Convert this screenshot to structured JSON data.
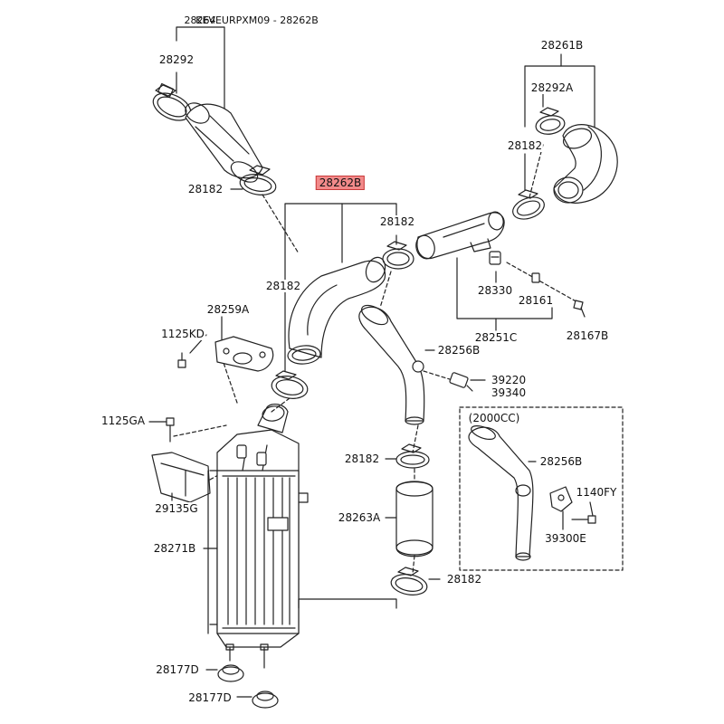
{
  "header": {
    "code_top": "28264",
    "code_overlay": "KEVEURPXM09 - 28262B"
  },
  "labels": {
    "p28292": "28292",
    "p28182_a": "28182",
    "p28261b": "28261B",
    "p28292a": "28292A",
    "p28182_b": "28182",
    "p28262b": "28262B",
    "p28182_c": "28182",
    "p28182_d": "28182",
    "p28330": "28330",
    "p28161": "28161",
    "p28259a": "28259A",
    "p1125kd": "1125KD",
    "p28251c": "28251C",
    "p28167b": "28167B",
    "p28256b_a": "28256B",
    "p39220": "39220",
    "p39340": "39340",
    "p1125ga": "1125GA",
    "p2000cc": "(2000CC)",
    "p28182_e": "28182",
    "p28256b_b": "28256B",
    "p1140fy": "1140FY",
    "p29135g": "29135G",
    "p28263a": "28263A",
    "p39300e": "39300E",
    "p28271b": "28271B",
    "p28182_f": "28182",
    "p28177d_a": "28177D",
    "p28177d_b": "28177D"
  },
  "colors": {
    "highlight": "#f28a8a",
    "highlight_border": "#c83a3a",
    "line": "#222222"
  }
}
